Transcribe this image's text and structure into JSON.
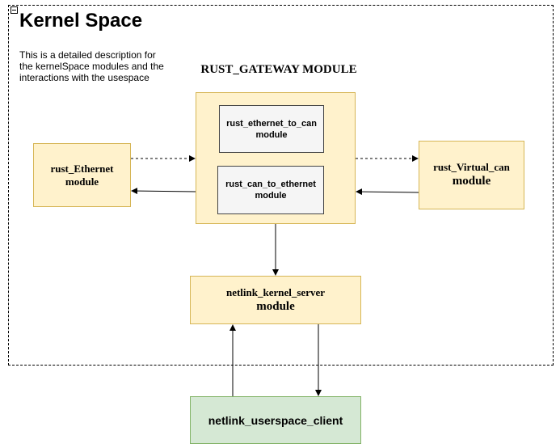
{
  "frame": {
    "title": "Kernel Space",
    "description": "This is a detailed description for the kernelSpace modules and the interactions with the usespace"
  },
  "gateway": {
    "label": "RUST_GATEWAY MODULE",
    "inner_top": {
      "line1": "rust_ethernet_to_can",
      "line2": "module"
    },
    "inner_bottom": {
      "line1": "rust_can_to_ethernet",
      "line2": "module"
    }
  },
  "ethernet": {
    "line1": "rust_Ethernet",
    "line2": "module"
  },
  "virtual_can": {
    "line1": "rust_Virtual_can",
    "line2": "module"
  },
  "netlink_server": {
    "line1": "netlink_kernel_server",
    "line2": "module"
  },
  "userspace_client": {
    "label": "netlink_userspace_client"
  },
  "colors": {
    "module_fill": "#fff2cc",
    "module_border": "#d6b656",
    "inner_fill": "#f5f5f5",
    "client_fill": "#d5e8d4",
    "client_border": "#82b366"
  }
}
